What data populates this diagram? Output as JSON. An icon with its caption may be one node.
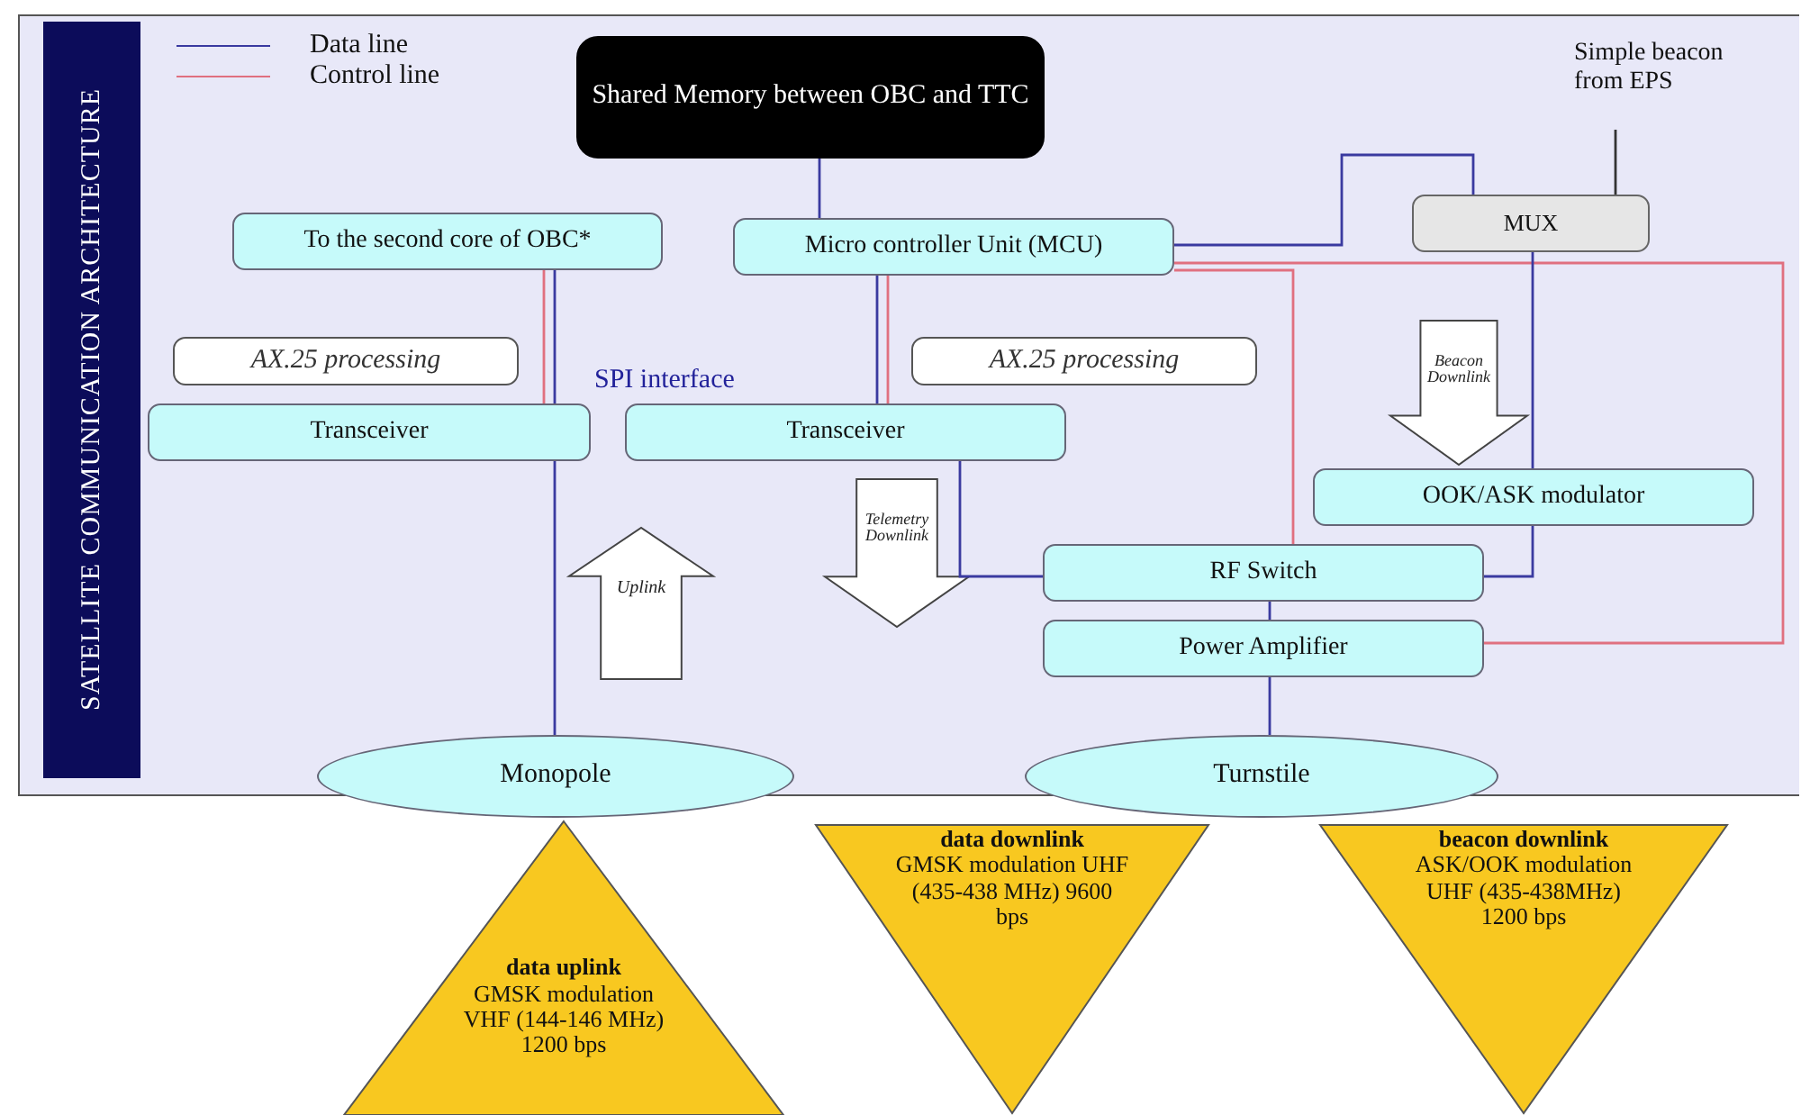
{
  "diagram": {
    "title": "SATELLITE COMMUNICATION ARCHITECTURE",
    "nodes": [
      {
        "text": [
          "Shared Memory between OBC and TTC"
        ]
      },
      {
        "text": [
          "To the second core of OBC*"
        ]
      },
      {
        "text": [
          "Micro controller Unit (MCU)"
        ]
      },
      {
        "text": [
          "MUX"
        ]
      },
      {
        "text": [
          "Simple beacon from EPS"
        ]
      },
      {
        "text": [
          "AX.25 processing"
        ]
      },
      {
        "text": [
          "AX.25 processing"
        ]
      },
      {
        "text": [
          "Transceiver"
        ]
      },
      {
        "text": [
          "Transceiver"
        ]
      },
      {
        "text": [
          "OOK/ASK modulator"
        ]
      },
      {
        "text": [
          "RF Switch"
        ]
      },
      {
        "text": [
          "Power Amplifier"
        ]
      },
      {
        "text": [
          "Monopole"
        ]
      },
      {
        "text": [
          "Turnstile"
        ]
      },
      {
        "text": [
          "data uplink",
          "GMSK modulation VHF (144-146 MHz) 1200 bps"
        ]
      },
      {
        "text": [
          "data downlink",
          "GMSK modulation UHF (435-438 MHz) 9600 bps"
        ]
      },
      {
        "text": [
          "beacon downlink",
          "ASK/OOK modulation UHF (435-438MHz) 1200 bps"
        ]
      }
    ],
    "edges": [
      {
        "from": 0,
        "to": 2,
        "arrow": "none"
      },
      {
        "from": 1,
        "to": 7,
        "arrow": "none"
      },
      {
        "from": 1,
        "to": 7,
        "arrow": "none",
        "color": "#e07080"
      },
      {
        "from": 2,
        "to": 8,
        "arrow": "none"
      },
      {
        "from": 2,
        "to": 8,
        "arrow": "none",
        "color": "#e07080"
      },
      {
        "from": 2,
        "to": 3,
        "arrow": "none"
      },
      {
        "from": 2,
        "to": 10,
        "arrow": "none",
        "color": "#e07080"
      },
      {
        "from": 2,
        "to": 11,
        "arrow": "none",
        "color": "#e07080"
      },
      {
        "from": 4,
        "to": 3,
        "arrow": "none",
        "color": "#333333"
      },
      {
        "from": 3,
        "to": 9,
        "arrow": "none"
      },
      {
        "from": 9,
        "to": 10,
        "arrow": "none"
      },
      {
        "from": 8,
        "to": 10,
        "arrow": "none"
      },
      {
        "from": 7,
        "to": 12,
        "arrow": "none"
      },
      {
        "from": 10,
        "to": 11,
        "arrow": "none"
      },
      {
        "from": 11,
        "to": 13,
        "arrow": "none"
      }
    ],
    "labels": [
      "SPI interface",
      "Uplink",
      "Telemetry Downlink",
      "Beacon Downlink"
    ],
    "legend": [
      {
        "text": "Data line"
      },
      {
        "text": "Control line"
      }
    ]
  }
}
